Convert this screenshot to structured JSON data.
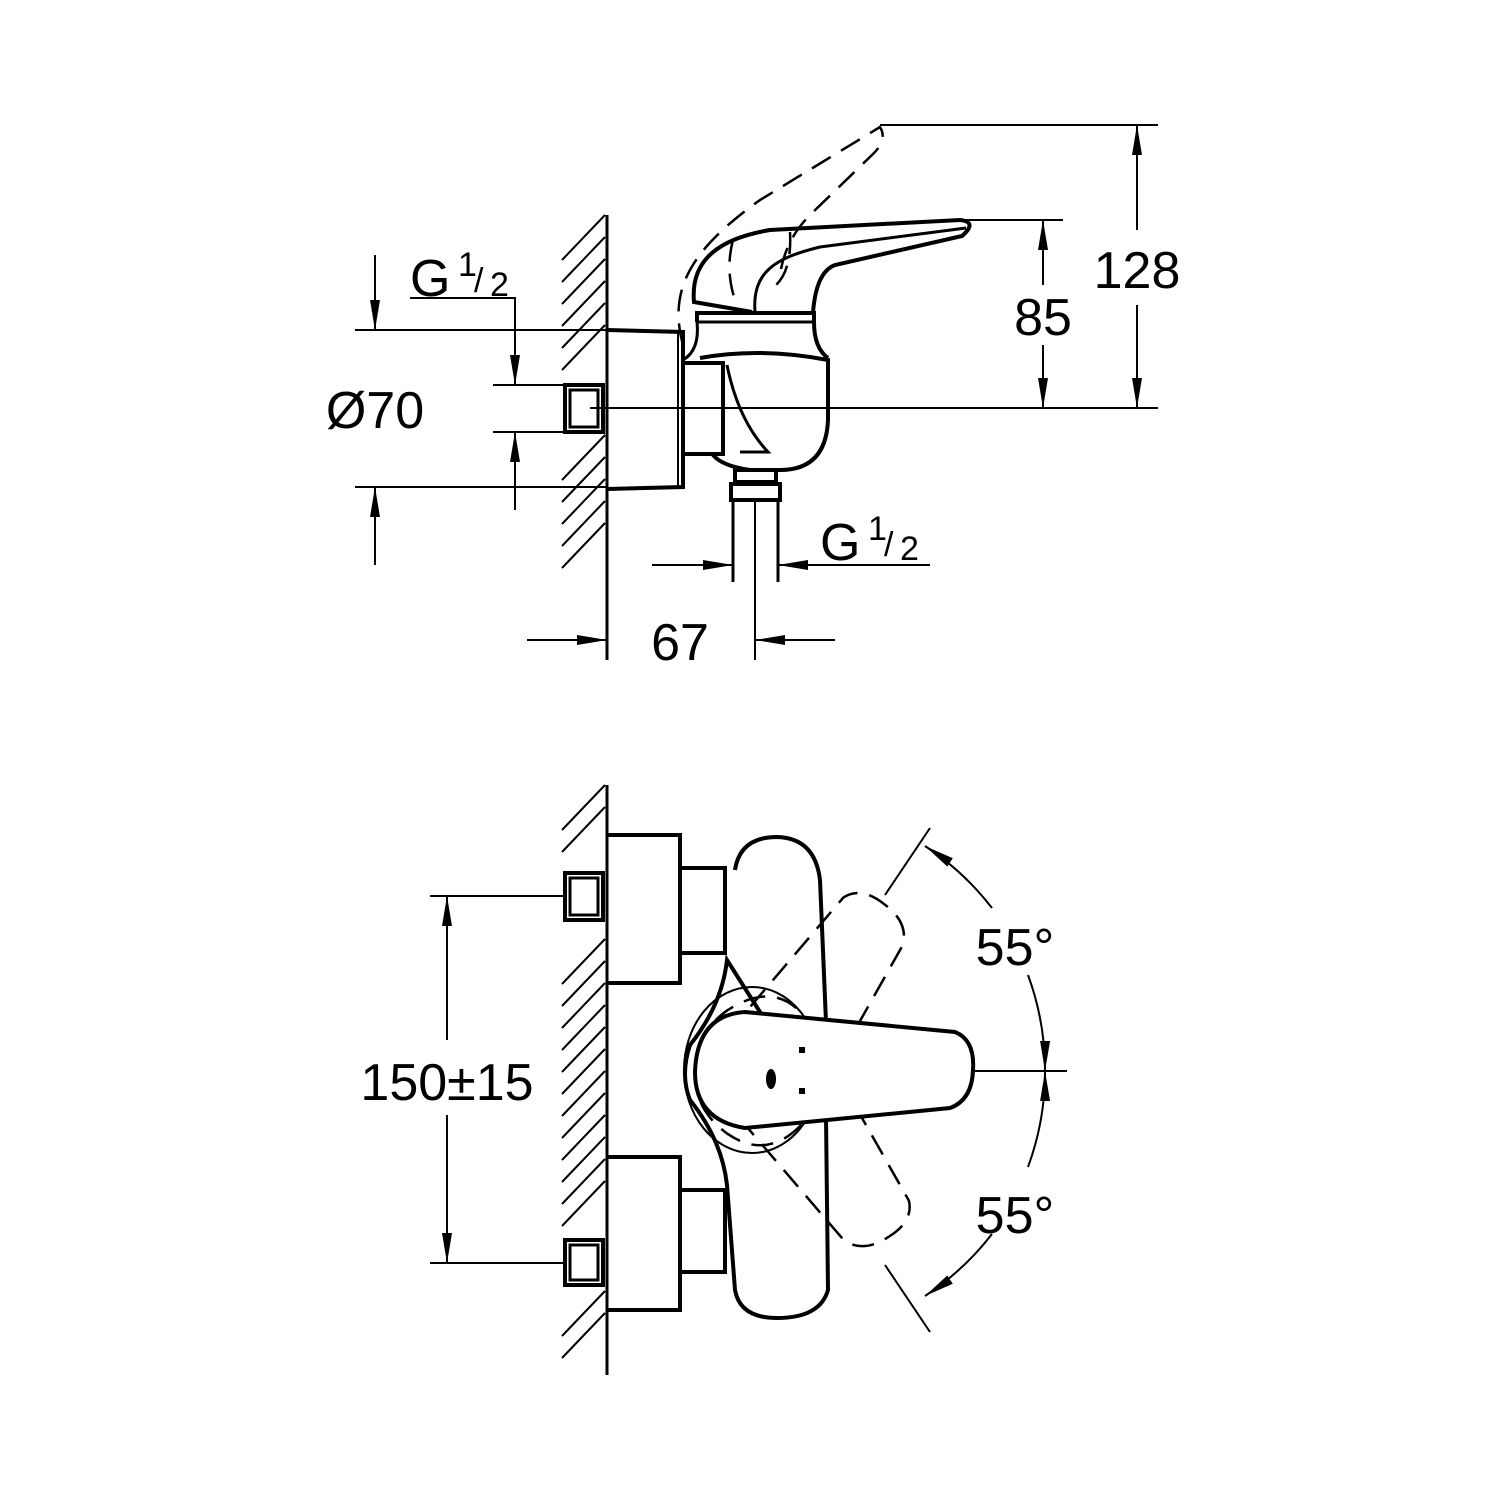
{
  "top_view": {
    "inlet_thread": {
      "letter": "G",
      "num": "1",
      "slash": "/",
      "den": "2"
    },
    "escutcheon_diameter": "Ø70",
    "lever_height": "85",
    "lever_raised_height": "128",
    "outlet_thread": {
      "letter": "G",
      "num": "1",
      "slash": "/",
      "den": "2"
    },
    "outlet_projection": "67"
  },
  "front_view": {
    "center_distance": "150±15",
    "angle_up": "55°",
    "angle_down": "55°"
  }
}
